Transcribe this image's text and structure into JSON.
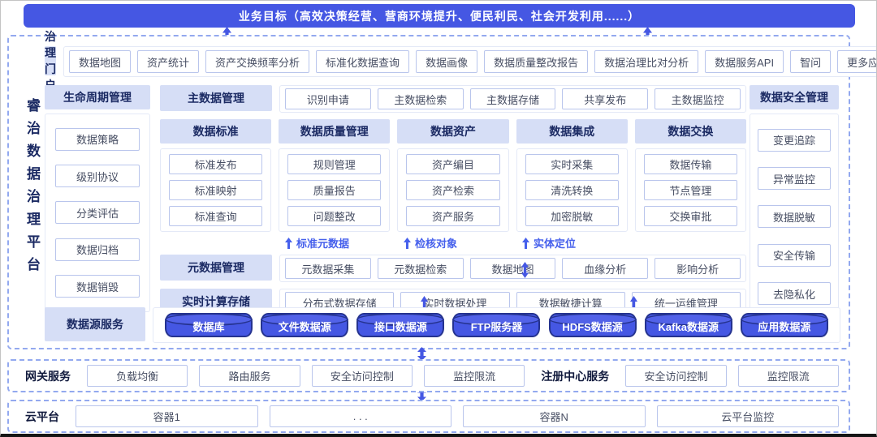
{
  "banner": {
    "text": "业务目标（高效决策经营、营商环境提升、便民利民、社会开发利用......）"
  },
  "platform_title": "睿治数据治理平台",
  "portal": {
    "label": "治理门户",
    "items": [
      "数据地图",
      "资产统计",
      "资产交换频率分析",
      "标准化数据查询",
      "数据画像",
      "数据质量整改报告",
      "数据治理比对分析",
      "数据服务API",
      "智问",
      "更多应用"
    ]
  },
  "lifecycle": {
    "label": "生命周期管理",
    "items": [
      "数据策略",
      "级别协议",
      "分类评估",
      "数据归档",
      "数据销毁"
    ]
  },
  "master_data": {
    "label": "主数据管理",
    "items": [
      "识别申请",
      "主数据检索",
      "主数据存储",
      "共享发布",
      "主数据监控"
    ]
  },
  "modules": [
    {
      "label": "数据标准",
      "items": [
        "标准发布",
        "标准映射",
        "标准查询"
      ]
    },
    {
      "label": "数据质量管理",
      "items": [
        "规则管理",
        "质量报告",
        "问题整改"
      ]
    },
    {
      "label": "数据资产",
      "items": [
        "资产编目",
        "资产检索",
        "资产服务"
      ]
    },
    {
      "label": "数据集成",
      "items": [
        "实时采集",
        "清洗转换",
        "加密脱敏"
      ]
    },
    {
      "label": "数据交换",
      "items": [
        "数据传输",
        "节点管理",
        "交换审批"
      ]
    }
  ],
  "flow_labels": [
    "标准元数据",
    "检核对象",
    "实体定位"
  ],
  "metadata": {
    "label": "元数据管理",
    "items": [
      "元数据采集",
      "元数据检索",
      "数据地图",
      "血缘分析",
      "影响分析"
    ]
  },
  "realtime": {
    "label": "实时计算存储",
    "items": [
      "分布式数据存储",
      "实时数据处理",
      "数据敏捷计算",
      "统一运维管理"
    ]
  },
  "security": {
    "label": "数据安全管理",
    "items": [
      "变更追踪",
      "异常监控",
      "数据脱敏",
      "安全传输",
      "去隐私化"
    ]
  },
  "datasource": {
    "label": "数据源服务",
    "items": [
      "数据库",
      "文件数据源",
      "接口数据源",
      "FTP服务器",
      "HDFS数据源",
      "Kafka数据源",
      "应用数据源"
    ]
  },
  "gateway": {
    "label": "网关服务",
    "items": [
      "负载均衡",
      "路由服务",
      "安全访问控制",
      "监控限流"
    ],
    "registry_label": "注册中心服务",
    "registry_items": [
      "安全访问控制",
      "监控限流"
    ]
  },
  "cloud": {
    "label": "云平台",
    "items": [
      "容器1",
      ". . .",
      "容器N",
      "云平台监控"
    ]
  },
  "colors": {
    "primary_blue": "#4557e3",
    "lavender_header": "#d6def6",
    "navy_text": "#1b2a63",
    "flow_label_blue": "#4660ec",
    "dashed_border": "#93a9ef",
    "button_border": "#b9c5ec"
  }
}
